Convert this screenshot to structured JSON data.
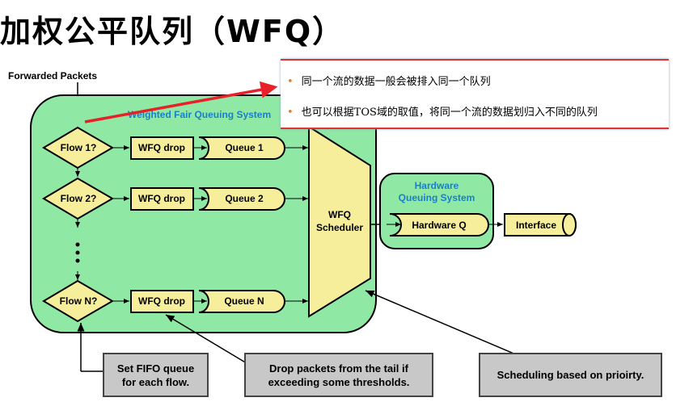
{
  "title": "加权公平队列（WFQ）",
  "forwarded_packets": "Forwarded Packets",
  "wfq_system_label": "Weighted Fair Queuing System",
  "flows": [
    {
      "decision": "Flow 1?",
      "drop": "WFQ drop",
      "queue": "Queue 1"
    },
    {
      "decision": "Flow 2?",
      "drop": "WFQ drop",
      "queue": "Queue 2"
    },
    {
      "decision": "Flow N?",
      "drop": "WFQ drop",
      "queue": "Queue N"
    }
  ],
  "scheduler": [
    "WFQ",
    "Scheduler"
  ],
  "hardware_system": [
    "Hardware",
    "Queuing System"
  ],
  "hardware_q": "Hardware Q",
  "interface": "Interface",
  "callouts": {
    "fifo": [
      "Set FIFO queue",
      "for each flow."
    ],
    "drop": [
      "Drop packets from the tail if",
      "exceeding some thresholds."
    ],
    "scheduling": "Scheduling based on prioirty."
  },
  "popup": {
    "bullets": [
      "同一个流的数据一般会被排入同一个队列",
      "也可以根据TOS域的取值，将同一个流的数据划归入不同的队列"
    ]
  },
  "colors": {
    "green": "#8fe9a4",
    "yellow": "#f7ee9b",
    "label_blue": "#1a7fc9",
    "arrow_red": "#e8202a"
  }
}
